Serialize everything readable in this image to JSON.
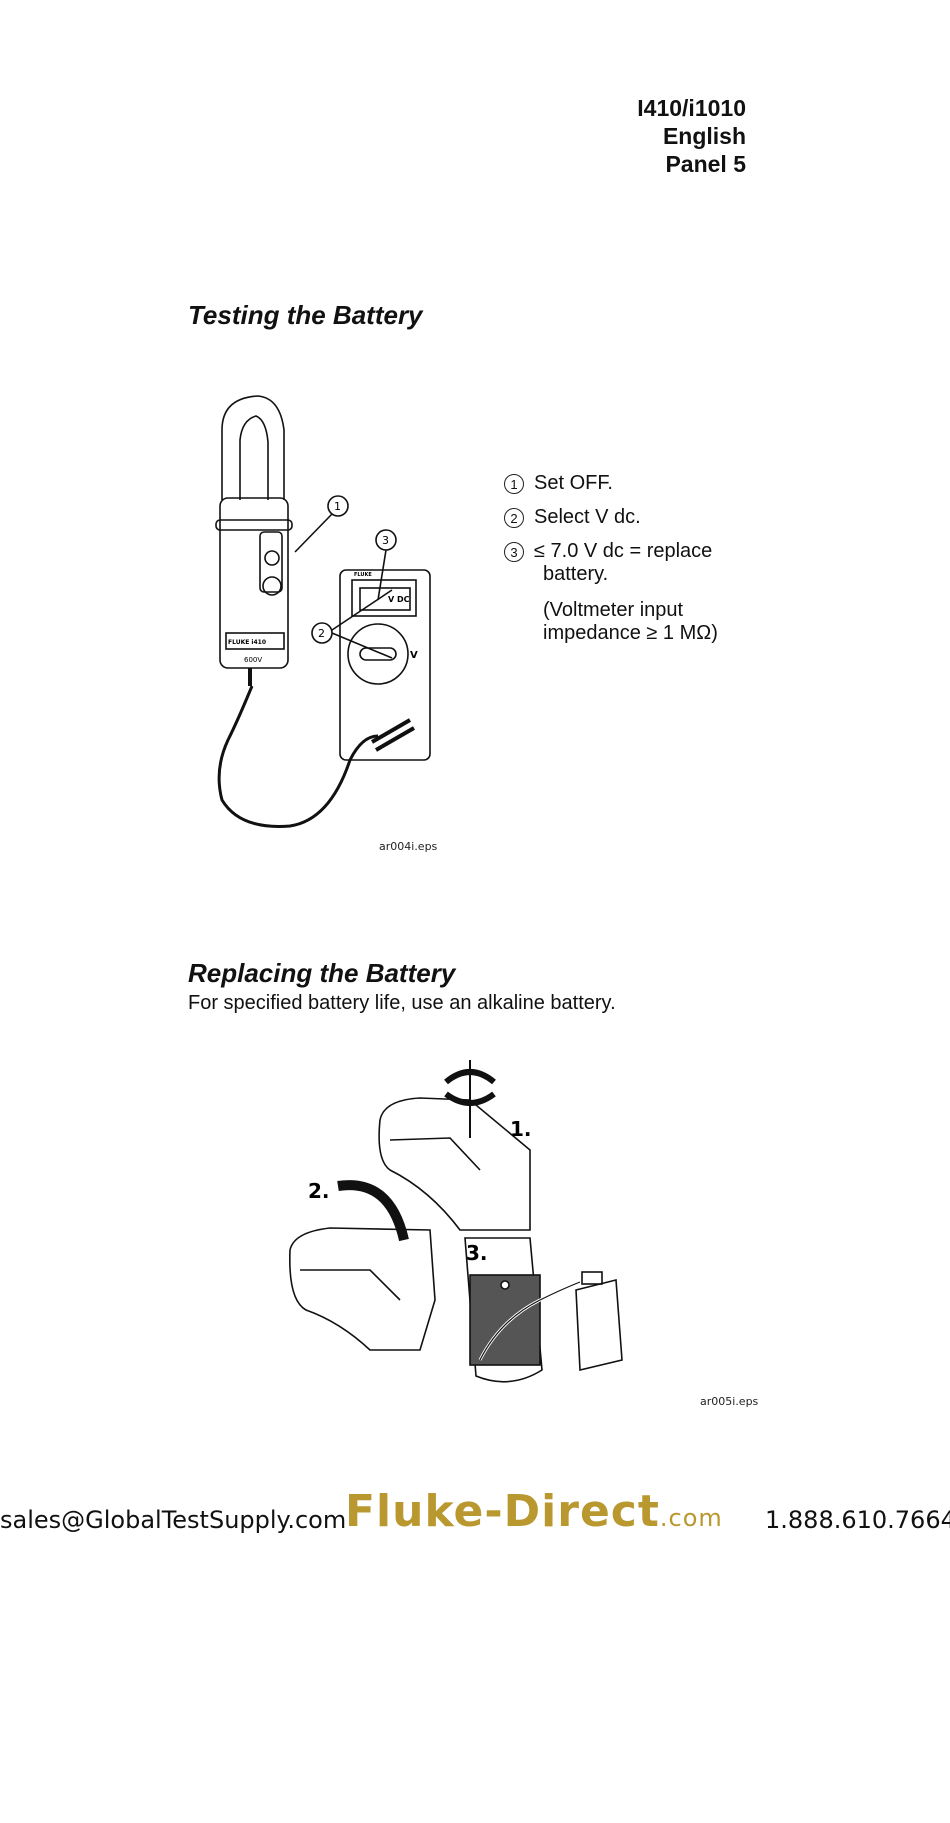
{
  "header": {
    "model": "I410/i1010",
    "language": "English",
    "panel": "Panel 5"
  },
  "testing": {
    "title": "Testing the Battery",
    "steps": [
      {
        "num": "1",
        "text": "Set OFF."
      },
      {
        "num": "2",
        "text": "Select V dc."
      },
      {
        "num": "3",
        "text": "≤ 7.0 V dc = replace",
        "text2": "battery."
      }
    ],
    "note_line1": "(Voltmeter input",
    "note_line2": "impedance ≥ 1 MΩ)",
    "figure_caption": "ar004i.eps",
    "figure_labels": {
      "callout1": "1",
      "callout2": "2",
      "callout3": "3",
      "meter_display": "V DC",
      "brand_clamp": "FLUKE i410",
      "brand_meter": "FLUKE",
      "clamp_voltage": "600V",
      "meter_symbol": "V"
    }
  },
  "replacing": {
    "title": "Replacing the Battery",
    "subtitle": "For specified battery life, use an alkaline battery.",
    "figure_caption": "ar005i.eps",
    "step_labels": [
      "1.",
      "2.",
      "3."
    ]
  },
  "footer": {
    "email": "sales@GlobalTestSupply.com",
    "brand_main": "Fluke-Direct",
    "brand_suffix": ".com",
    "phone": "1.888.610.7664",
    "brand_color": "#b9982f"
  }
}
